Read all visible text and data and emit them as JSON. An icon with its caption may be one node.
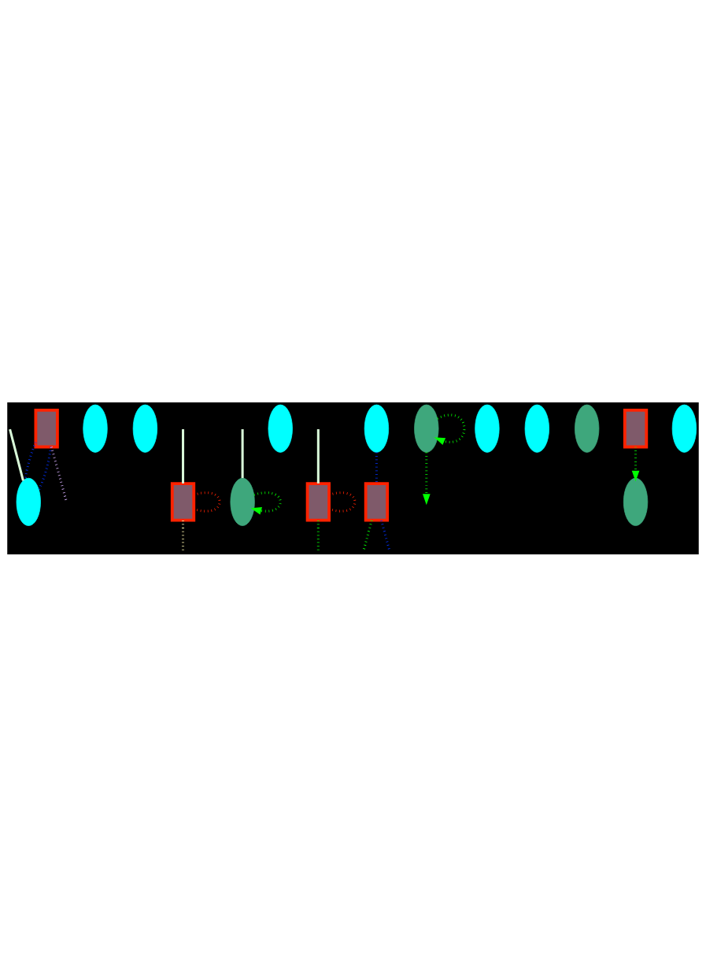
{
  "diagram": {
    "nodes": [
      {
        "text": [],
        "shape": "box"
      },
      {
        "text": [],
        "shape": "ellipse"
      },
      {
        "text": [],
        "shape": "ellipse"
      },
      {
        "text": [],
        "shape": "ellipse"
      },
      {
        "text": [],
        "shape": "box"
      },
      {
        "text": [],
        "shape": "ellipse"
      },
      {
        "text": [],
        "shape": "ellipse"
      },
      {
        "text": [],
        "shape": "box"
      },
      {
        "text": [],
        "shape": "ellipse"
      },
      {
        "text": [],
        "shape": "ellipse"
      },
      {
        "text": [],
        "shape": "box"
      },
      {
        "text": [],
        "shape": "ellipse"
      },
      {
        "text": [],
        "shape": "ellipse"
      },
      {
        "text": [],
        "shape": "ellipse"
      },
      {
        "text": [],
        "shape": "box"
      },
      {
        "text": [],
        "shape": "ellipse"
      },
      {
        "text": [],
        "shape": "ellipse"
      }
    ],
    "edges": [
      {
        "from": 0,
        "to": 1,
        "arrow": "none",
        "style": "dashed",
        "color": "#0033ff"
      },
      {
        "from": 0,
        "to": 1,
        "arrow": "none",
        "style": "dashed",
        "color": "#0033ff"
      },
      {
        "from": 0,
        "to": null,
        "arrow": "none",
        "style": "dashed",
        "color": "#d8b0ff"
      },
      {
        "from": null,
        "to": 1,
        "arrow": "none",
        "color": "#d8f8d8"
      },
      {
        "from": null,
        "to": 5,
        "arrow": "none",
        "color": "#d8f8d8"
      },
      {
        "from": null,
        "to": 4,
        "arrow": "none",
        "color": "#d8f8d8"
      },
      {
        "from": null,
        "to": 7,
        "arrow": "none",
        "color": "#d8f8d8"
      },
      {
        "from": 4,
        "to": 4,
        "arrow": "none",
        "style": "dashed",
        "color": "#ff2200"
      },
      {
        "from": 4,
        "to": null,
        "arrow": "none",
        "style": "dashed",
        "color": "#fff8b0"
      },
      {
        "from": 5,
        "to": 5,
        "arrow": "to",
        "style": "dashed",
        "color": "#00ff00"
      },
      {
        "from": 7,
        "to": 7,
        "arrow": "none",
        "style": "dashed",
        "color": "#ff2200"
      },
      {
        "from": 7,
        "to": null,
        "arrow": "none",
        "style": "dashed",
        "color": "#00ff00"
      },
      {
        "from": 9,
        "to": 9,
        "arrow": "to",
        "style": "dashed",
        "color": "#00ff00"
      },
      {
        "from": 9,
        "to": null,
        "arrow": "to",
        "style": "dashed",
        "color": "#00ff00"
      },
      {
        "from": 8,
        "to": 10,
        "arrow": "none",
        "style": "dashed",
        "color": "#0033ff"
      },
      {
        "from": 10,
        "to": null,
        "arrow": "none",
        "style": "dashed",
        "color": "#0033ff"
      },
      {
        "from": 10,
        "to": null,
        "arrow": "none",
        "style": "dashed",
        "color": "#00ff00"
      },
      {
        "from": 14,
        "to": 15,
        "arrow": "to",
        "style": "dashed",
        "color": "#00ff00"
      }
    ]
  }
}
